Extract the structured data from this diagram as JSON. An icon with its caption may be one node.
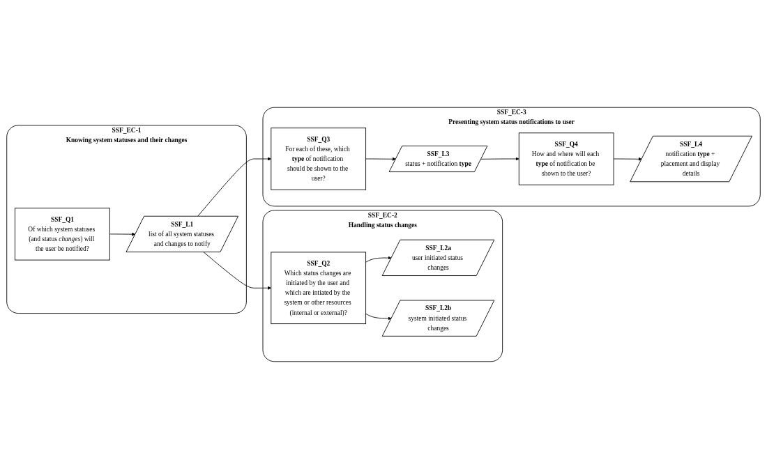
{
  "diagram": {
    "nodes": [
      {
        "text": [
          "SSF_EC-1",
          "Knowing system statuses and their changes"
        ]
      },
      {
        "text": [
          "SSF_Q1",
          "Of which system statuses (and status *changes*) will the user be notified?"
        ],
        "in": 0
      },
      {
        "text": [
          "SSF_L1",
          "list of all system statuses and changes to notify"
        ],
        "in": 0
      },
      {
        "text": [
          "SSF_EC-2",
          "Handling status changes"
        ]
      },
      {
        "text": [
          "SSF_L2a",
          "user initiated status changes"
        ],
        "in": 3
      },
      {
        "text": [
          "SSF_Q2",
          "Which status changes are initiated by the user and which are intiated by the system or other resources (internal or external)?"
        ],
        "in": 3
      },
      {
        "text": [
          "SSF_L2b",
          "system initiated status changes"
        ],
        "in": 3
      },
      {
        "text": [
          "SSF_EC-3",
          "Presenting system status notifications to user"
        ]
      },
      {
        "text": [
          "SSF_Q3",
          "For each of these, which **type** of notification should be shown to the user?"
        ],
        "in": 7
      },
      {
        "text": [
          "SSF_L3",
          "status + notification **type**"
        ],
        "in": 7
      },
      {
        "text": [
          "SSF_Q4",
          "How and where will each **type** of notification be shown to the user?"
        ],
        "in": 7
      },
      {
        "text": [
          "SSF_L4",
          "notification **type** + placement and display details"
        ],
        "in": 7
      }
    ],
    "edges": [
      {
        "from": 1,
        "to": 2,
        "arrow": "to"
      },
      {
        "from": 2,
        "to": 5,
        "arrow": "to"
      },
      {
        "from": 5,
        "to": 4,
        "arrow": "to"
      },
      {
        "from": 5,
        "to": 6,
        "arrow": "to"
      },
      {
        "from": 2,
        "to": 8,
        "arrow": "to"
      },
      {
        "from": 8,
        "to": 9,
        "arrow": "to"
      },
      {
        "from": 9,
        "to": 10,
        "arrow": "to"
      },
      {
        "from": 10,
        "to": 11,
        "arrow": "to"
      }
    ]
  }
}
